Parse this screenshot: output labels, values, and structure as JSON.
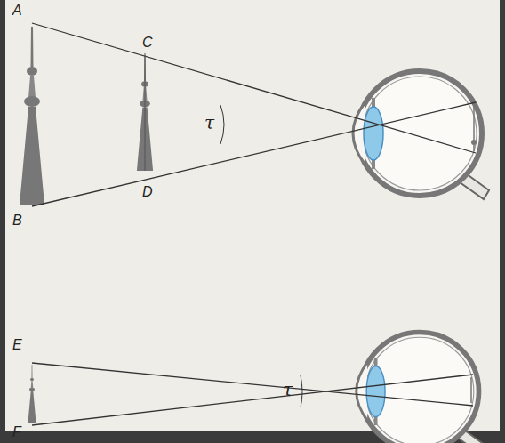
{
  "diagram": {
    "labels": [
      "A",
      "C",
      "τ",
      "D",
      "B",
      "E",
      "τ",
      "F"
    ]
  }
}
